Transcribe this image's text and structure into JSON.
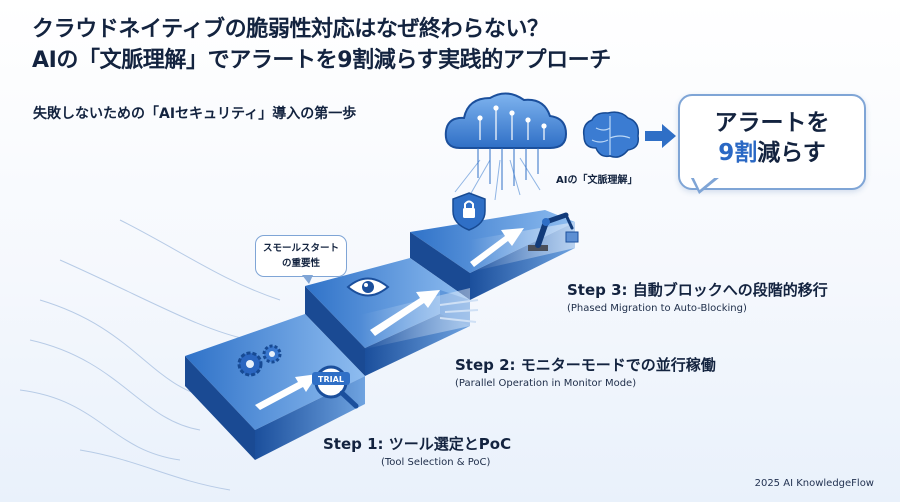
{
  "header": {
    "title_line1": "クラウドネイティブの脆弱性対応はなぜ終わらない？",
    "title_line2": "AIの「文脈理解」でアラートを9割減らす実践的アプローチ",
    "subtitle": "失敗しないための「AIセキュリティ」導入の第一歩"
  },
  "callout": {
    "line1": "アラートを",
    "line2_accent": "9割",
    "line2_rest": "減らす"
  },
  "cloud_caption": "AIの「文脈理解」",
  "bubble": {
    "line1": "スモールスタート",
    "line2": "の重要性"
  },
  "steps": [
    {
      "name": "Step 1: ツール選定とPoC",
      "english": "(Tool Selection & PoC)"
    },
    {
      "name": "Step 2: モニターモードでの並行稼働",
      "english": "(Parallel Operation in Monitor Mode)"
    },
    {
      "name": "Step 3: 自動ブロックへの段階的移行",
      "english": "(Phased Migration to Auto-Blocking)"
    }
  ],
  "trial_tag": "TRIAL",
  "footer": "2025 AI KnowledgeFlow",
  "icons": [
    "cloud-icon",
    "brain-icon",
    "arrow-right-icon",
    "lock-shield-icon",
    "robot-arm-icon",
    "eye-icon",
    "gears-icon",
    "magnifier-icon",
    "trend-down-icon"
  ],
  "colors": {
    "accent": "#2a68c4",
    "step_top": "#3f86d6",
    "step_front": "#1f5cae",
    "text": "#13233f"
  }
}
